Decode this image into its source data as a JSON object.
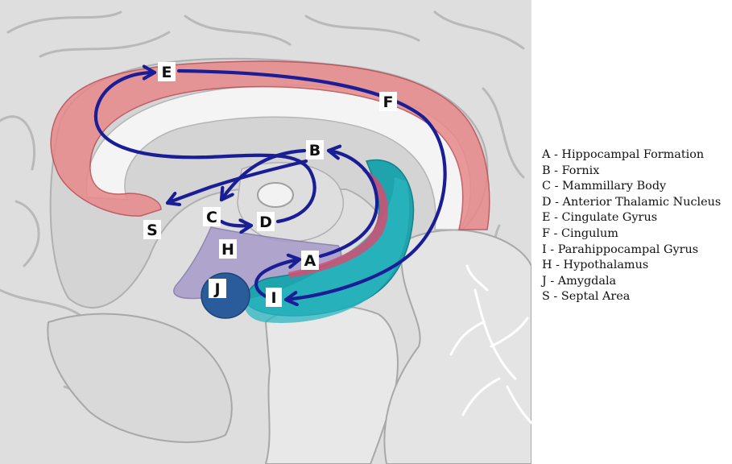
{
  "labels": {
    "A": "A",
    "B": "B",
    "C": "C",
    "D": "D",
    "E": "E",
    "F": "F",
    "H": "H",
    "I": "I",
    "J": "J",
    "S": "S"
  },
  "legend": [
    "A - Hippocampal Formation",
    "B - Fornix",
    "C - Mammillary Body",
    "D - Anterior Thalamic Nucleus",
    "E - Cingulate Gyrus",
    "F - Cingulum",
    "I - Parahippocampal Gyrus",
    "H - Hypothalamus",
    "J - Amygdala",
    "S - Septal Area"
  ],
  "colors": {
    "brain": "#dcdcdc",
    "brain_dark": "#c4c4c4",
    "outline": "#9a9a9a",
    "cingulate": "#e8898b",
    "hippocampus": "#1fa3ad",
    "amygdala": "#2a5b9a",
    "hypothalamus": "#a79bc9",
    "pathway": "#1a1e96"
  }
}
